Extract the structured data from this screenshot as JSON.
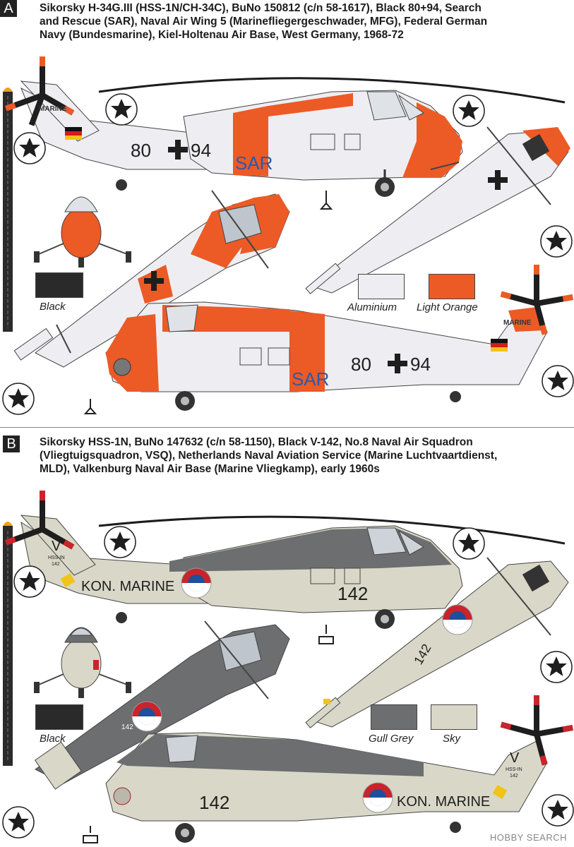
{
  "sections": [
    {
      "letter": "A",
      "title_lines": [
        "Sikorsky H-34G.III (HSS-1N/CH-34C), BuNo 150812 (c/n 58-1617), Black 80+94, Search",
        "and Rescue (SAR), Naval Air Wing 5 (Marinefliegergeschwader, MFG), Federal German",
        "Navy (Bundesmarine), Kiel-Holtenau Air Base, West Germany, 1968-72"
      ],
      "markings": {
        "tail_text": "MARINE",
        "code_left": "80",
        "code_right": "94",
        "rescue_text": "SAR"
      },
      "swatches": [
        {
          "label": "Black",
          "color": "#2a2a2a"
        },
        {
          "label": "Aluminium",
          "color": "#eeeef2"
        },
        {
          "label": "Light Orange",
          "color": "#ec5a26"
        }
      ]
    },
    {
      "letter": "B",
      "title_lines": [
        "Sikorsky HSS-1N, BuNo 147632 (c/n 58-1150), Black V-142, No.8 Naval Air Squadron",
        "(Vliegtuigsquadron, VSQ), Netherlands Naval Aviation Service (Marine Luchtvaartdienst,",
        "MLD), Valkenburg Naval Air Base (Marine Vliegkamp), early 1960s"
      ],
      "markings": {
        "tail_letter": "V",
        "tail_type": "HSS-IN",
        "tail_serial": "142",
        "fuselage_text": "KON. MARINE",
        "code": "142"
      },
      "swatches": [
        {
          "label": "Black",
          "color": "#2a2a2a"
        },
        {
          "label": "Gull Grey",
          "color": "#6c6e70"
        },
        {
          "label": "Sky",
          "color": "#d9d8c8"
        }
      ]
    }
  ],
  "watermark": "HOBBY SEARCH",
  "colors": {
    "orange": "#ec5a26",
    "aluminium": "#eeeef2",
    "gull_grey": "#6c6e70",
    "sky": "#d9d8c8",
    "black": "#2a2a2a"
  }
}
